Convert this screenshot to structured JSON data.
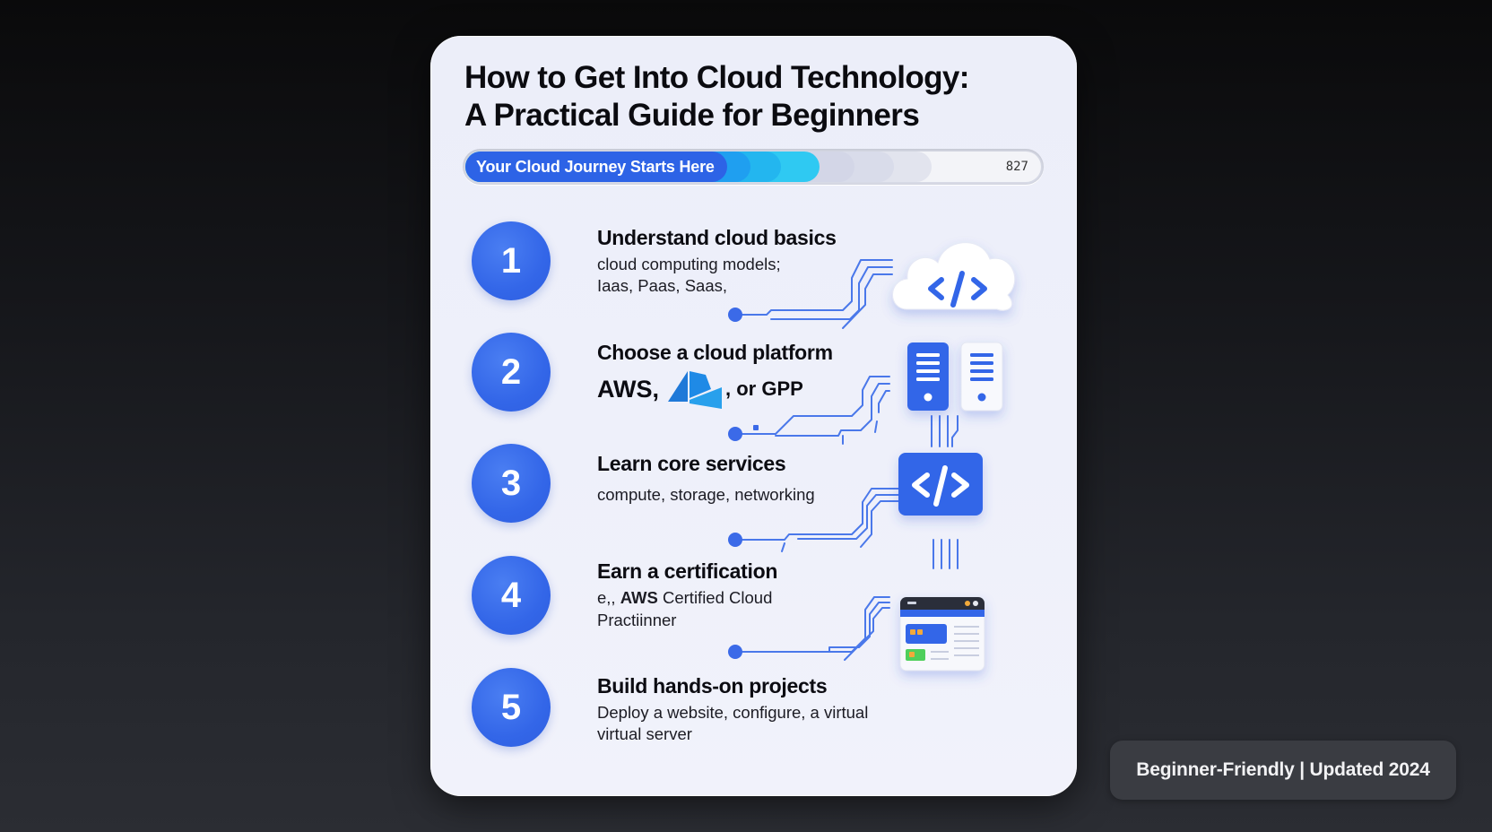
{
  "card": {
    "title_line1": "How to Get Into Cloud Technology:",
    "title_line2": "A Practical Guide for Beginners",
    "progress": {
      "label": "Your Cloud Journey Starts Here",
      "value": "827",
      "colors": {
        "primary": "#2d63e6",
        "secondary": "#1f9ff0",
        "tertiary": "#2fc9f2",
        "inactive": "#d3d6e7"
      }
    },
    "steps": [
      {
        "number": "1",
        "title": "Understand cloud basics",
        "desc_line1": "cloud computing models;",
        "desc_line2": "Iaas, Paas, Saas,",
        "icon": "cloud-code-icon"
      },
      {
        "number": "2",
        "title": "Choose a cloud platform",
        "platform_prefix": "AWS,",
        "platform_suffix": ", or GPP",
        "icon": "server-icon"
      },
      {
        "number": "3",
        "title": "Learn core services",
        "desc_line1": "compute, storage, networking",
        "icon": "code-tag-icon"
      },
      {
        "number": "4",
        "title": "Earn a certification",
        "desc_prefix": "e,,",
        "desc_bold": "AWS",
        "desc_rest": "Certified Cloud",
        "desc_line2": "Practiinner",
        "icon": "browser-window-icon"
      },
      {
        "number": "5",
        "title": "Build hands-on projects",
        "desc_line1": "Deploy a website, configure, a virtual",
        "desc_line2": "virtual server"
      }
    ],
    "accent_color": "#3366e8"
  },
  "badge": {
    "text": "Beginner-Friendly | Updated 2024"
  }
}
